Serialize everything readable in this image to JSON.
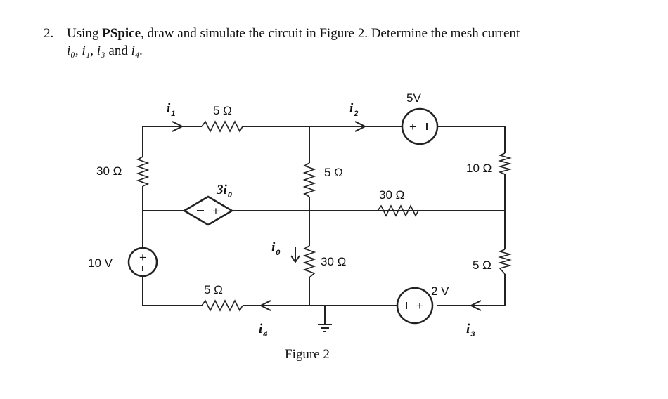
{
  "question": {
    "number": "2.",
    "lead": "Using ",
    "bold": "PSpice",
    "rest": ", draw and simulate the circuit in Figure 2.  Determine the mesh current",
    "line2_vars": "i₀, i₁, i₃",
    "line2_and": " and ",
    "line2_last": "i₄."
  },
  "figure": {
    "caption": "Figure 2",
    "components": {
      "r_top_left": "5 Ω",
      "r_left": "30 Ω",
      "r_mid_upper": "5 Ω",
      "r_mid_right": "30 Ω",
      "r_mid_lower": "30 Ω",
      "r_right_upper": "10 Ω",
      "r_right_lower": "5 Ω",
      "r_bottom_left": "5 Ω",
      "v_top": "5V",
      "v_left": "10 V",
      "v_bottom": "2 V",
      "dep_source": "3i"
    },
    "currents": {
      "i1": {
        "base": "i",
        "sub": "1"
      },
      "i2": {
        "base": "i",
        "sub": "2"
      },
      "i3": {
        "base": "i",
        "sub": "3"
      },
      "i4": {
        "base": "i",
        "sub": "4"
      },
      "i0": {
        "base": "i",
        "sub": "0"
      },
      "dep_sub": "0"
    },
    "polarity": {
      "plus": "+",
      "minus": "-"
    }
  }
}
